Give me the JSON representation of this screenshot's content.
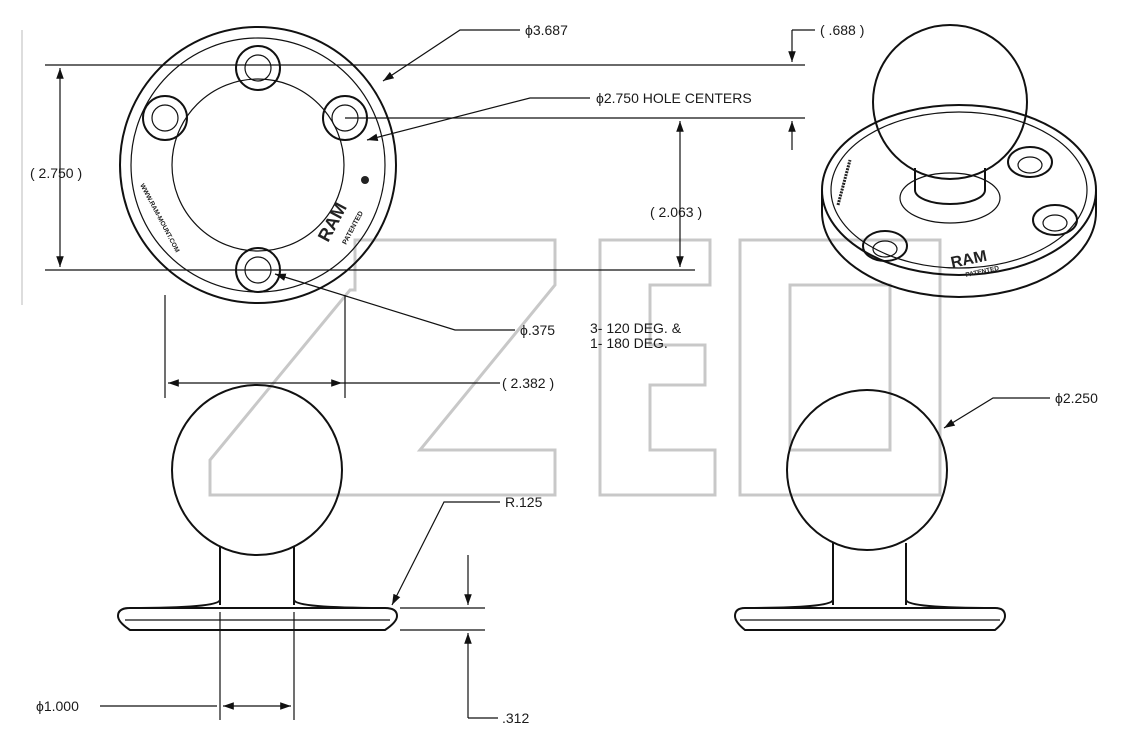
{
  "dimensions": {
    "plate_diameter": "ϕ3.687",
    "thickness_ref": "( .688 )",
    "hole_centers": "ϕ2.750 HOLE CENTERS",
    "height_ref": "( 2.750 )",
    "ball_center_ref": "( 2.063 )",
    "hole_diameter": "ϕ.375",
    "hole_pattern_line1": "3- 120 DEG. &",
    "hole_pattern_line2": "1- 180 DEG.",
    "width_ref": "( 2.382 )",
    "ball_diameter": "ϕ2.250",
    "fillet_radius": "R.125",
    "neck_diameter": "ϕ1.000",
    "plate_thickness": ".312"
  },
  "branding": {
    "logo": "RAM",
    "patented": "PATENTED",
    "website": "WWW.RAM-MOUNT.COM"
  }
}
